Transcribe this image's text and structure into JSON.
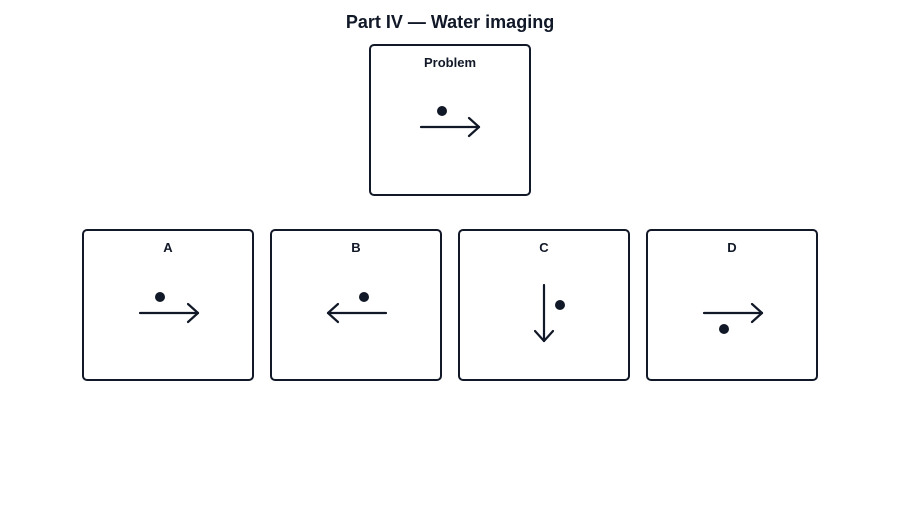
{
  "title": "Part IV — Water imaging",
  "colors": {
    "ink": "#111827",
    "background": "#ffffff"
  },
  "problem": {
    "label": "Problem",
    "figure": {
      "arrow": "right",
      "dot": "above-arrow"
    }
  },
  "options": [
    {
      "label": "A",
      "figure": {
        "arrow": "right",
        "dot": "above-arrow"
      }
    },
    {
      "label": "B",
      "figure": {
        "arrow": "left",
        "dot": "above-arrow"
      }
    },
    {
      "label": "C",
      "figure": {
        "arrow": "down",
        "dot": "right-of-arrow"
      }
    },
    {
      "label": "D",
      "figure": {
        "arrow": "right",
        "dot": "below-arrow"
      }
    }
  ]
}
